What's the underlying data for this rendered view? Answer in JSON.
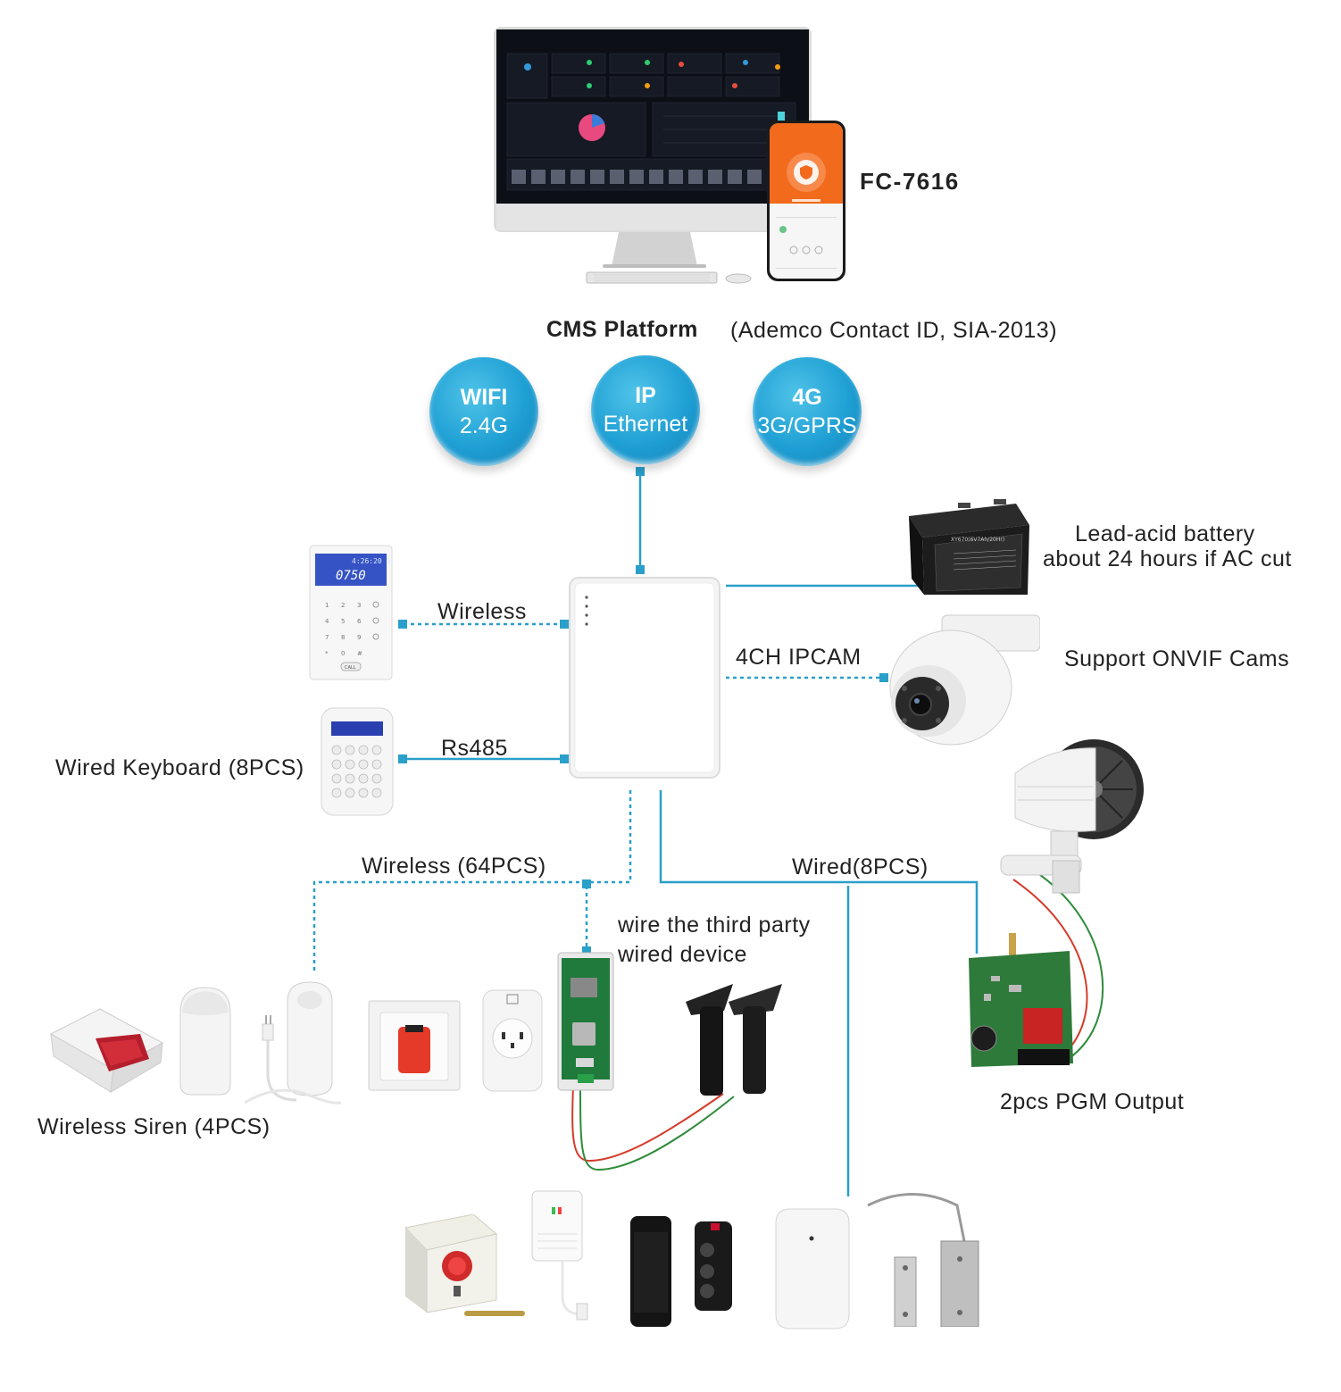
{
  "product_name": "FC-7616",
  "cms": {
    "title": "CMS Platform",
    "protocols": "(Ademco Contact ID, SIA-2013)"
  },
  "bubbles": [
    {
      "line1": "WIFI",
      "line2": "2.4G"
    },
    {
      "line1": "IP",
      "line2": "Ethernet"
    },
    {
      "line1": "4G",
      "line2": "3G/GPRS"
    }
  ],
  "links": {
    "wireless": "Wireless",
    "rs485": "Rs485",
    "ipcam": "4CH IPCAM",
    "wireless64": "Wireless (64PCS)",
    "wired8": "Wired(8PCS)"
  },
  "labels": {
    "battery_line1": "Lead-acid battery",
    "battery_line2": "about 24 hours if AC cut",
    "onvif": "Support ONVIF Cams",
    "wired_keyboard": "Wired Keyboard (8PCS)",
    "third_party_line1": "wire the third party",
    "third_party_line2": "wired device",
    "pgm": "2pcs PGM Output",
    "wireless_siren": "Wireless Siren (4PCS)"
  },
  "keypad": {
    "time": "4:26:20 16",
    "code": "0750",
    "keys": [
      "1",
      "2",
      "3",
      "4",
      "5",
      "6",
      "7",
      "8",
      "9",
      "*",
      "0",
      "#"
    ],
    "call": "CALL"
  },
  "battery_text": "XY670(6V7Ah/20Hr)",
  "colors": {
    "accent": "#1e9fd4",
    "line": "#2a9fc9",
    "orange": "#f26a1b",
    "red": "#c8102e"
  }
}
